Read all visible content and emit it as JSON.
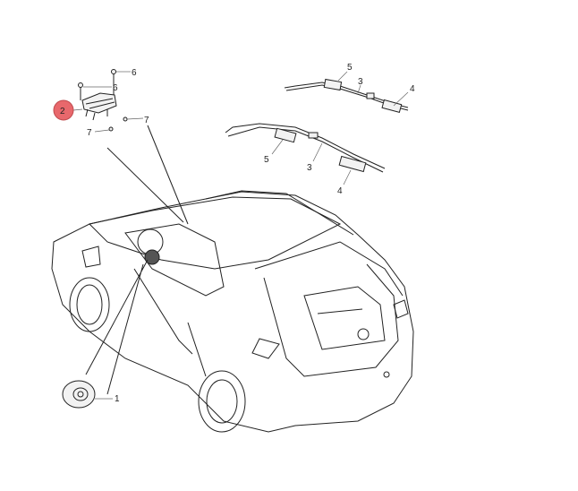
{
  "diagram": {
    "callouts": {
      "bolt_upper_6": "6",
      "bolt_left_6": "6",
      "passenger_airbag_2": "2",
      "nut_right_7": "7",
      "nut_left_7": "7",
      "upper_curtain_bracket_5": "5",
      "upper_curtain_3": "3",
      "upper_curtain_clip_4": "4",
      "lower_curtain_bracket_5": "5",
      "lower_curtain_3": "3",
      "lower_curtain_clip_4": "4",
      "driver_airbag_1": "1"
    },
    "highlight_color": "#e8686c"
  }
}
